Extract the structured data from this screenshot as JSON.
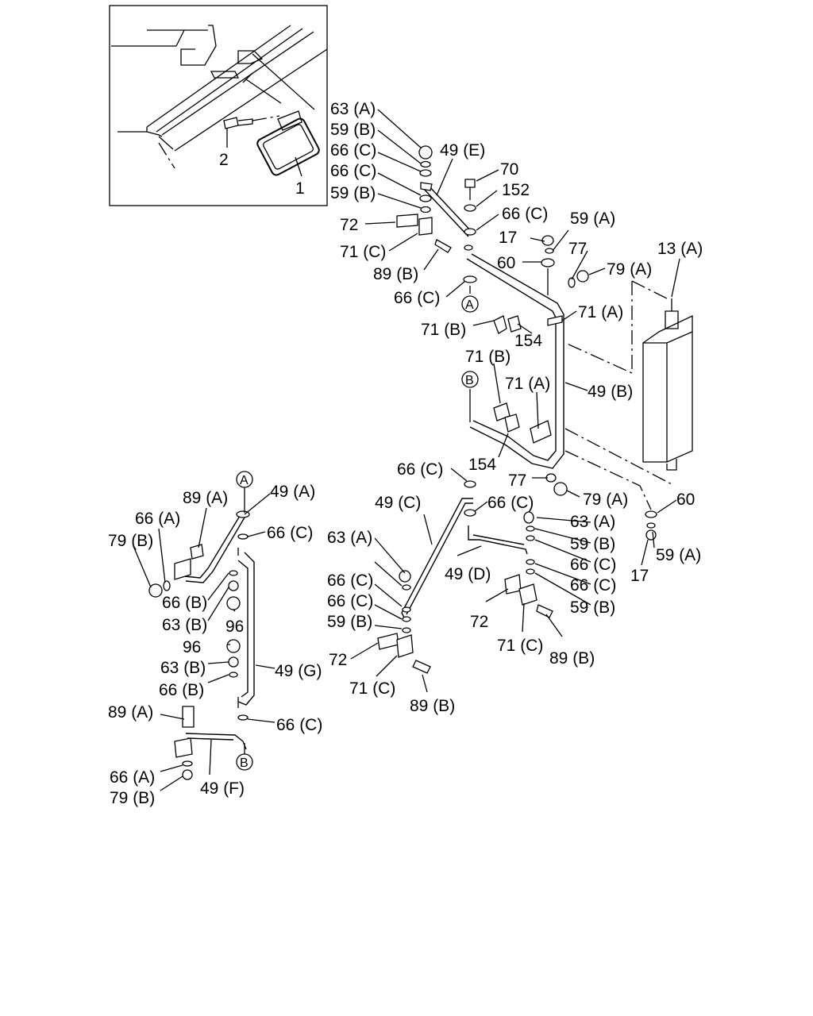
{
  "inset": {
    "labels": [
      "2",
      "1"
    ]
  },
  "callouts": {
    "l_63A_1": "63 (A)",
    "l_59B_1": "59 (B)",
    "l_66C_1": "66 (C)",
    "l_49E": "49 (E)",
    "l_70": "70",
    "l_66C_2": "66 (C)",
    "l_152": "152",
    "l_59B_2": "59 (B)",
    "l_66C_3": "66 (C)",
    "l_59A_1": "59 (A)",
    "l_72_1": "72",
    "l_17_1": "17",
    "l_13A": "13 (A)",
    "l_77_1": "77",
    "l_71C_1": "71 (C)",
    "l_60_1": "60",
    "l_79A_1": "79 (A)",
    "l_89B_1": "89 (B)",
    "l_66C_4": "66 (C)",
    "l_71A_1": "71 (A)",
    "l_71B_1": "71 (B)",
    "l_154_1": "154",
    "l_71B_2": "71 (B)",
    "l_71A_2": "71 (A)",
    "l_49B": "49 (B)",
    "l_154_2": "154",
    "l_66C_5": "66 (C)",
    "l_77_2": "77",
    "l_79A_2": "79 (A)",
    "l_60_2": "60",
    "l_49A": "49 (A)",
    "l_89A_1": "89 (A)",
    "l_66A_1": "66 (A)",
    "l_66C_6": "66 (C)",
    "l_79B_1": "79 (B)",
    "l_49C": "49 (C)",
    "l_66C_7": "66 (C)",
    "l_63A_2": "63 (A)",
    "l_59A_2": "59 (A)",
    "l_63A_3": "63 (A)",
    "l_59B_3": "59 (B)",
    "l_17_2": "17",
    "l_66C_8": "66 (C)",
    "l_49D": "49 (D)",
    "l_66C_9": "66 (C)",
    "l_66C_10": "66 (C)",
    "l_66B_1": "66 (B)",
    "l_63B_1": "63 (B)",
    "l_96_1": "96",
    "l_66C_11": "66 (C)",
    "l_59B_4": "59 (B)",
    "l_59B_5": "59 (B)",
    "l_72_2": "72",
    "l_96_2": "96",
    "l_63B_2": "63 (B)",
    "l_71C_2": "71 (C)",
    "l_72_3": "72",
    "l_49G": "49 (G)",
    "l_89B_2": "89 (B)",
    "l_66B_2": "66 (B)",
    "l_71C_3": "71 (C)",
    "l_89B_3": "89 (B)",
    "l_89A_2": "89 (A)",
    "l_66C_12": "66 (C)",
    "l_66A_2": "66 (A)",
    "l_49F": "49 (F)",
    "l_79B_2": "79 (B)"
  },
  "markers": {
    "a_top": "A",
    "b_top": "B",
    "a_bottom": "A",
    "b_bottom": "B"
  }
}
